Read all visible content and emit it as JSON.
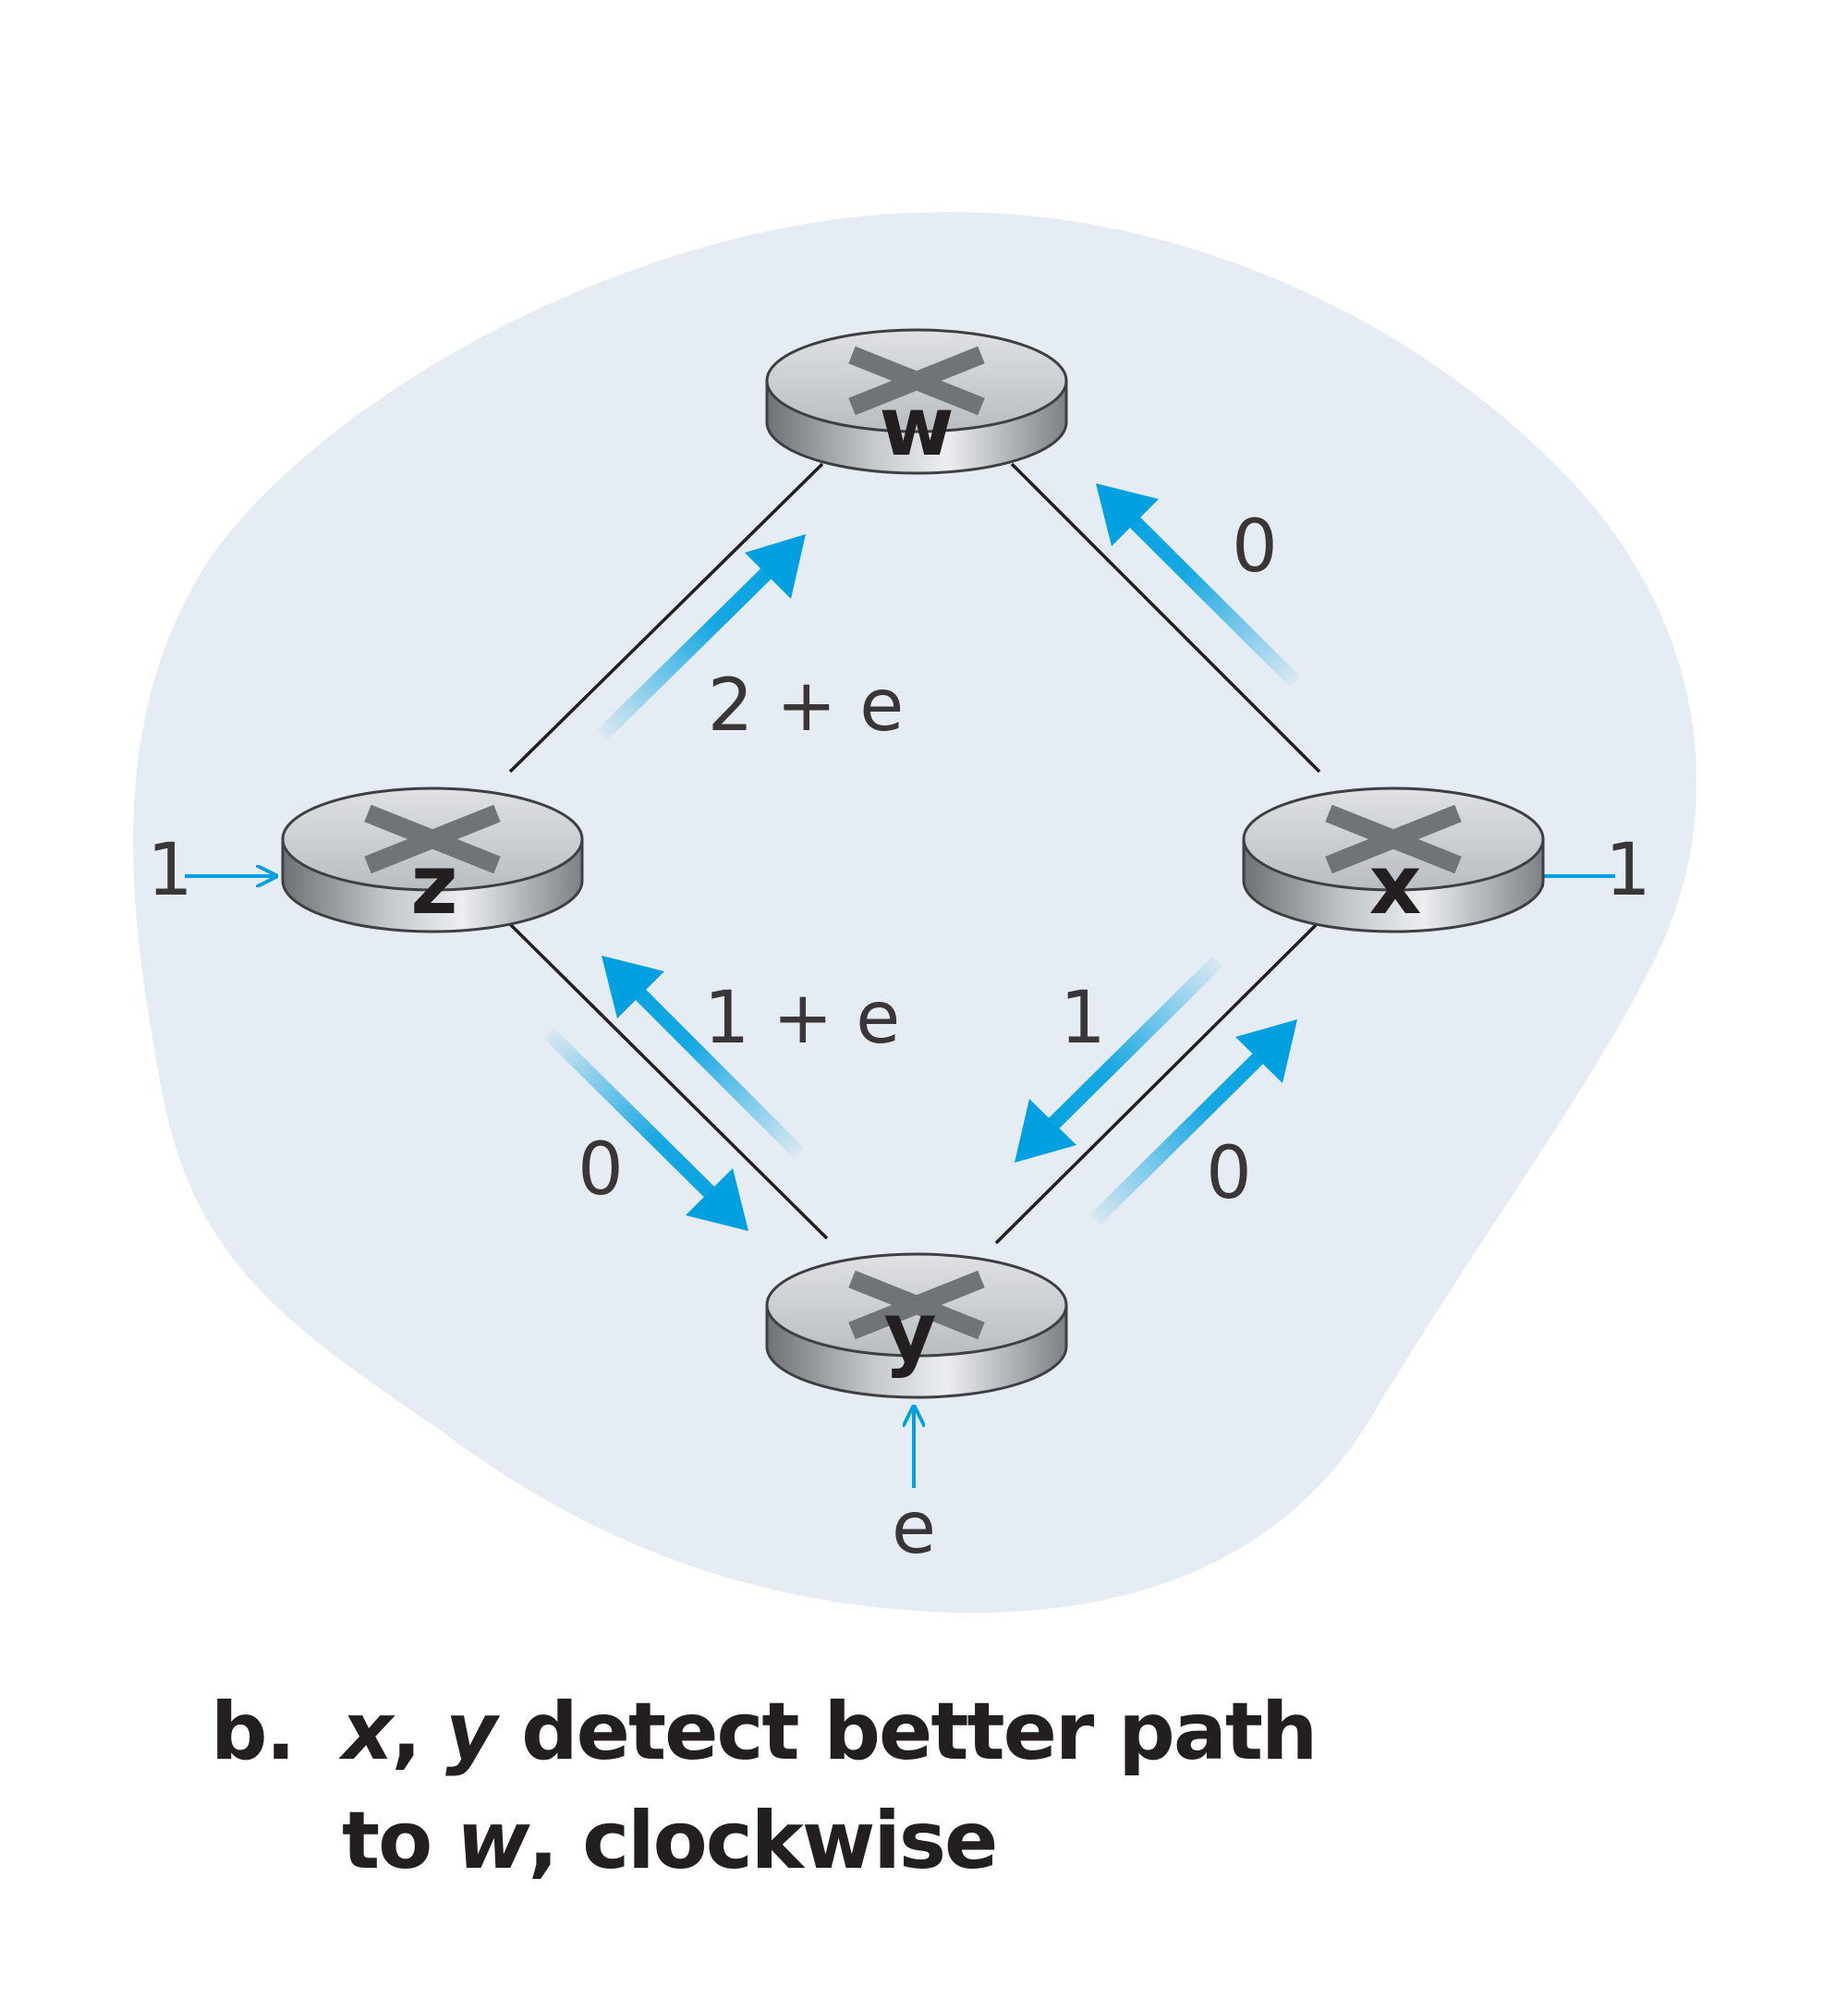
{
  "nodes": {
    "w": "w",
    "x": "x",
    "y": "y",
    "z": "z"
  },
  "link_labels": {
    "zw": "2 + e",
    "xw": "0",
    "yz": "1 + e",
    "zy": "0",
    "xy": "1",
    "yx": "0"
  },
  "demands": {
    "z": "1",
    "x": "1",
    "y": "e"
  },
  "caption": {
    "tag": "b.",
    "line1_italic_1": "x",
    "line1_sep": ", ",
    "line1_italic_2": "y",
    "line1_rest": " detect better path",
    "line2_prefix": "to ",
    "line2_italic": "w",
    "line2_rest": ", clockwise"
  },
  "colors": {
    "region": "#e6ecf3",
    "arrow": "#00a0e0",
    "link": "#231f20",
    "router": "#c9ccd0"
  }
}
